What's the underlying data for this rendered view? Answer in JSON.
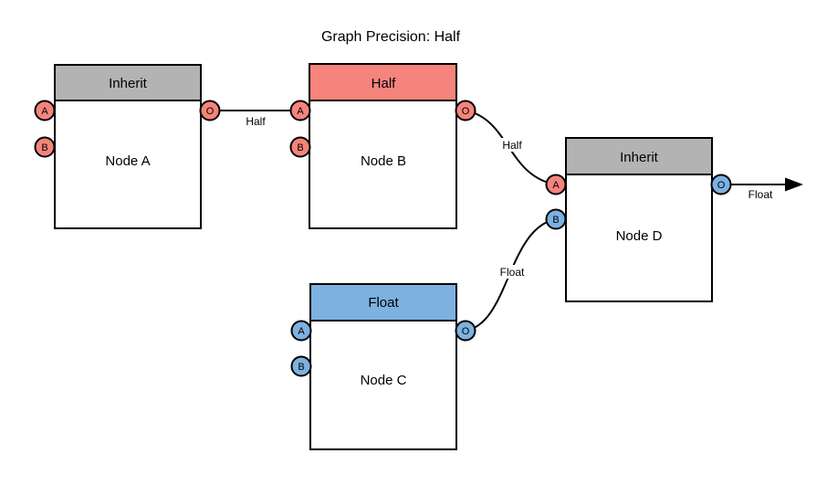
{
  "title": "Graph Precision: Half",
  "colors": {
    "gray_header": "#B3B3B3",
    "red": "#F5847C",
    "blue": "#7DB1E0",
    "edge": "#000000",
    "background": "#FFFFFF"
  },
  "nodes": [
    {
      "name": "Node A",
      "header": "Inherit",
      "header_color": "#B3B3B3",
      "ports": [
        {
          "label": "A",
          "color": "#F5847C"
        },
        {
          "label": "B",
          "color": "#F5847C"
        },
        {
          "label": "O",
          "color": "#F5847C"
        }
      ]
    },
    {
      "name": "Node B",
      "header": "Half",
      "header_color": "#F5847C",
      "ports": [
        {
          "label": "A",
          "color": "#F5847C"
        },
        {
          "label": "B",
          "color": "#F5847C"
        },
        {
          "label": "O",
          "color": "#F5847C"
        }
      ]
    },
    {
      "name": "Node C",
      "header": "Float",
      "header_color": "#7DB1E0",
      "ports": [
        {
          "label": "A",
          "color": "#7DB1E0"
        },
        {
          "label": "B",
          "color": "#7DB1E0"
        },
        {
          "label": "O",
          "color": "#7DB1E0"
        }
      ]
    },
    {
      "name": "Node D",
      "header": "Inherit",
      "header_color": "#B3B3B3",
      "ports": [
        {
          "label": "A",
          "color": "#F5847C"
        },
        {
          "label": "B",
          "color": "#7DB1E0"
        },
        {
          "label": "O",
          "color": "#7DB1E0"
        }
      ]
    }
  ],
  "edges": [
    {
      "from": "Node A.O",
      "to": "Node B.A",
      "label": "Half"
    },
    {
      "from": "Node B.O",
      "to": "Node D.A",
      "label": "Half"
    },
    {
      "from": "Node C.O",
      "to": "Node D.B",
      "label": "Float"
    },
    {
      "from": "Node D.O",
      "to": "output",
      "label": "Float"
    }
  ]
}
